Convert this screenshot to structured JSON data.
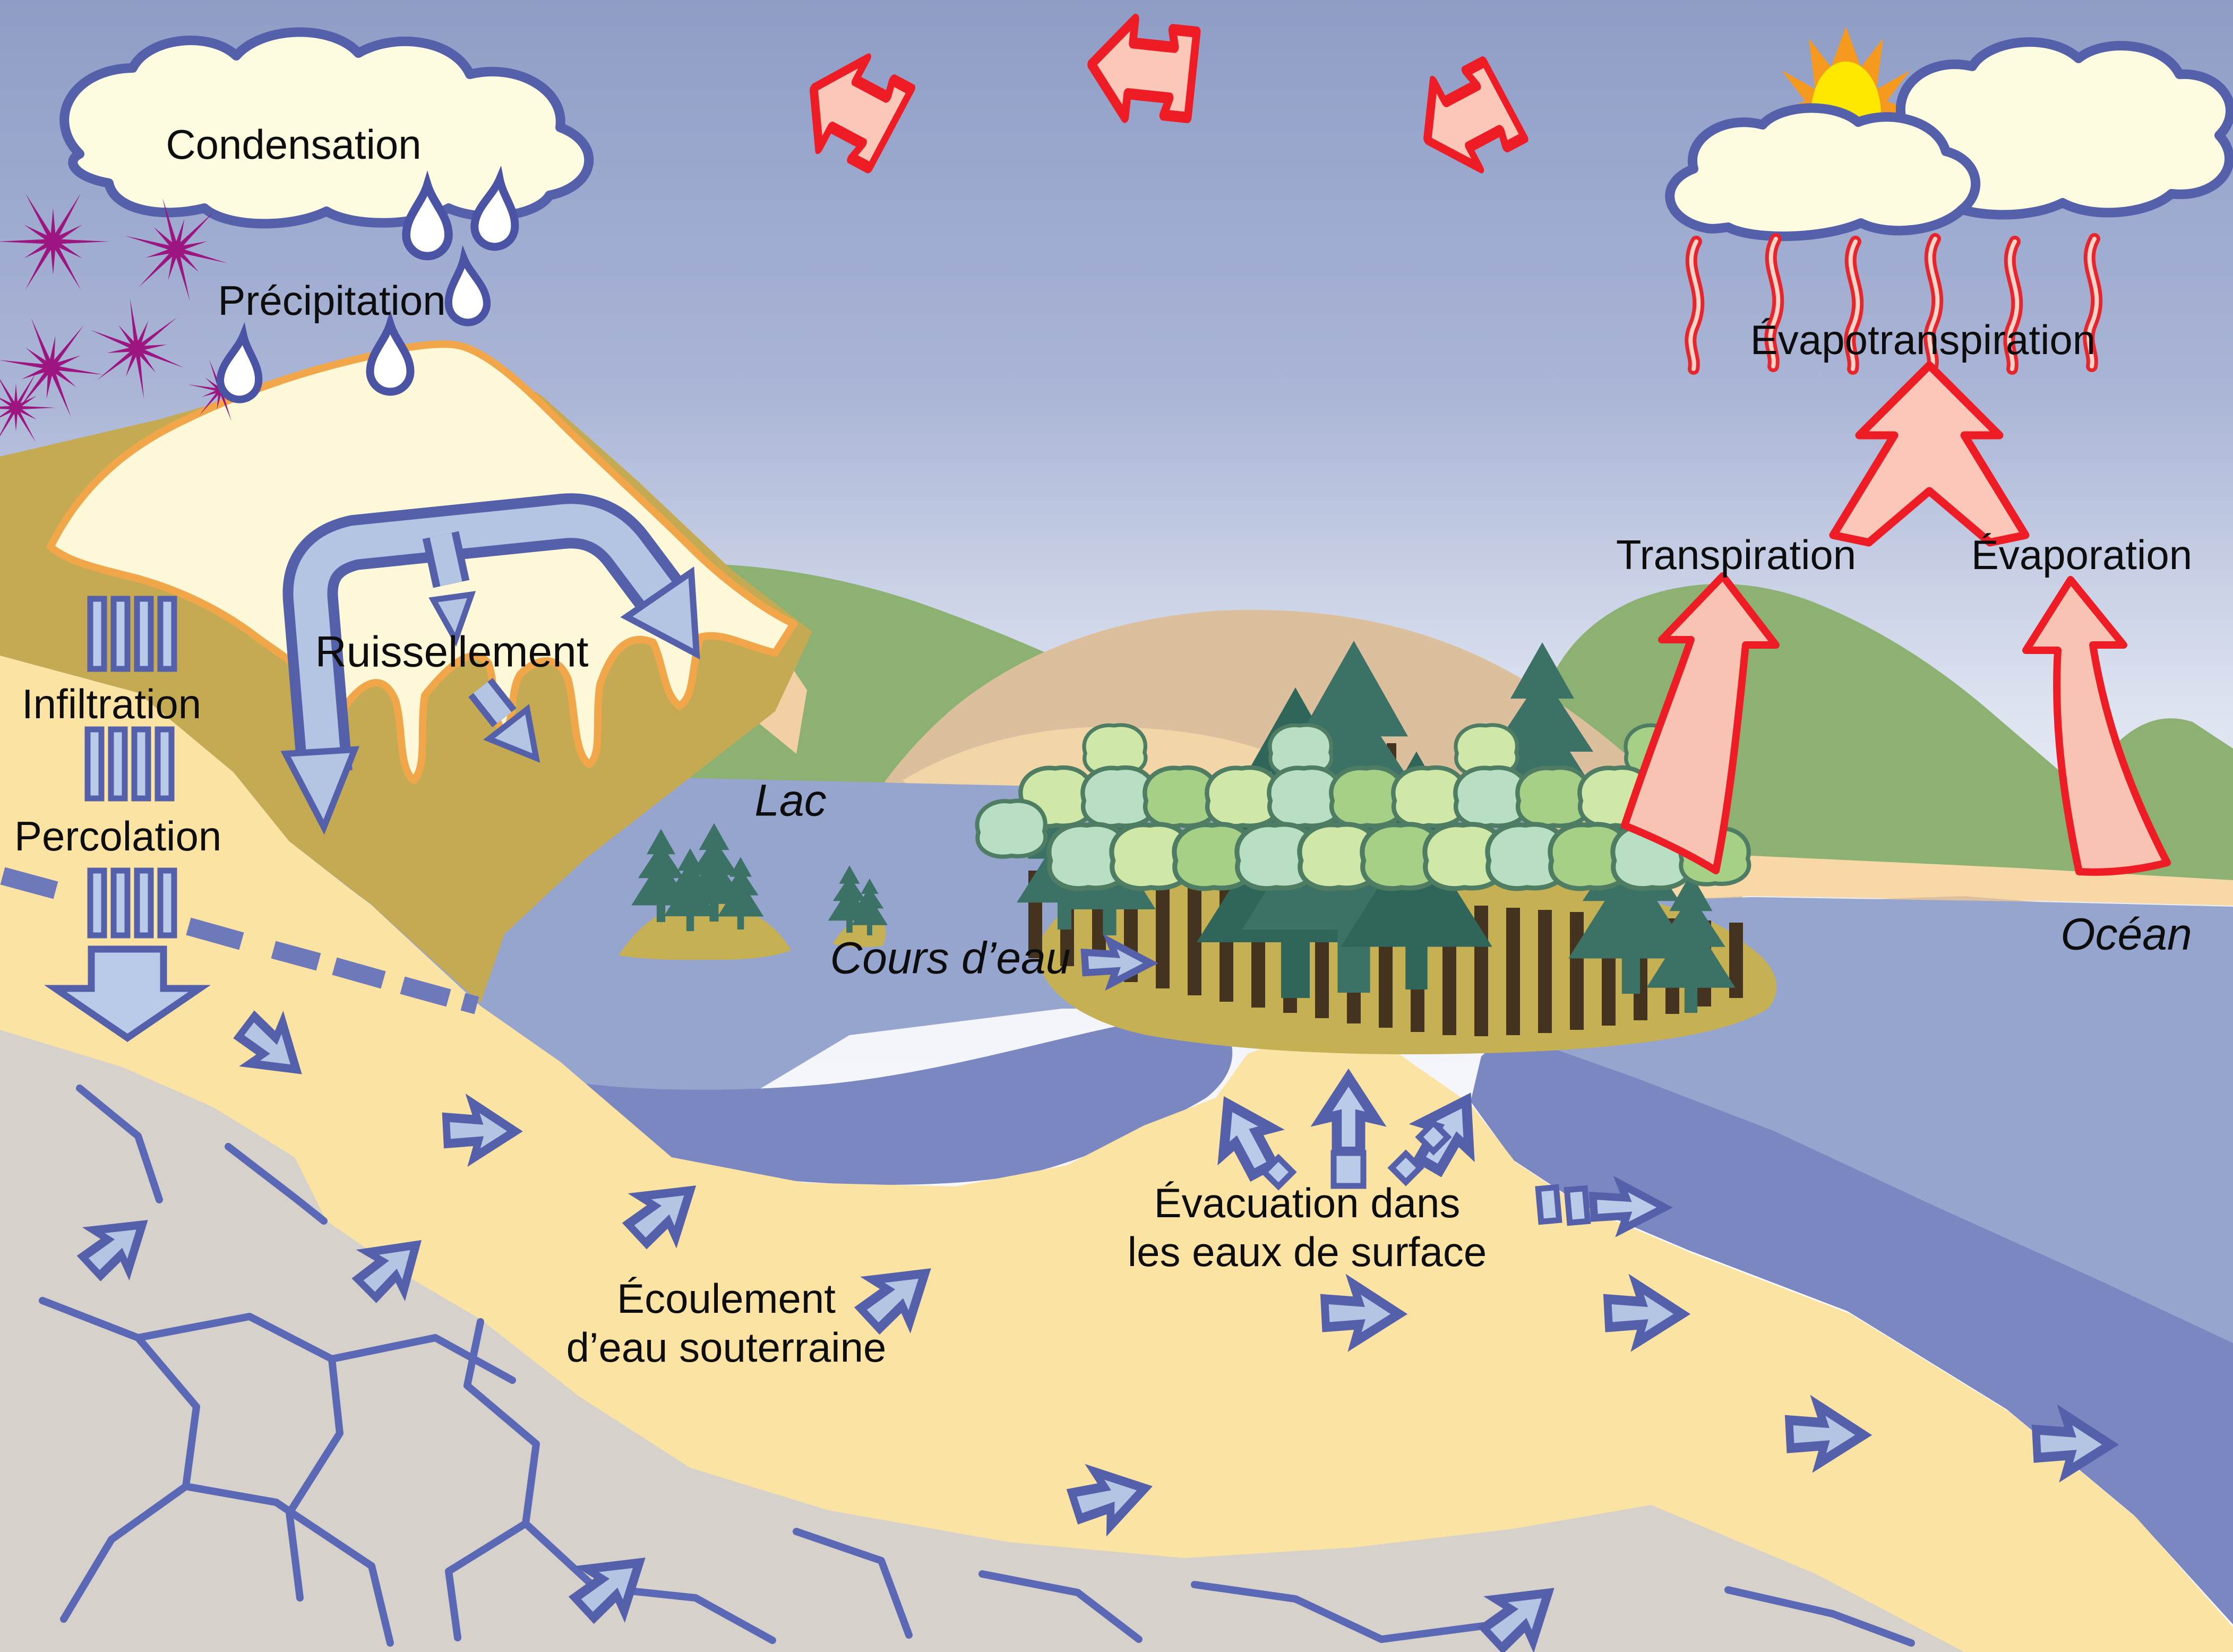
{
  "diagram": {
    "labels": {
      "condensation": "Condensation",
      "precipitation": "Précipitation",
      "evapotranspiration": "Évapotranspiration",
      "transpiration": "Transpiration",
      "evaporation": "Évaporation",
      "ruissellement": "Ruissellement",
      "infiltration": "Infiltration",
      "percolation": "Percolation",
      "lac": "Lac",
      "cours_deau": "Cours d’eau",
      "ocean": "Océan",
      "evacuation_l1": "Évacuation dans",
      "evacuation_l2": "les eaux de surface",
      "ecoulement_l1": "Écoulement",
      "ecoulement_l2": "d’eau souterraine"
    },
    "colors": {
      "sky_top": "#8f9dc6",
      "sky_horizon": "#f2f4fa",
      "water_light": "#96a5ce",
      "water_deep": "#7b87c1",
      "sand": "#fbe3a4",
      "rock": "#d6d2cb",
      "rock_fracture": "#5b68b5",
      "mountain": "#c4aa52",
      "snow": "#fcf8d8",
      "snow_outline": "#f2a64a",
      "hill_green": "#8cb173",
      "hill_tan": "#dcc09d",
      "shore_peach": "#f8d8a6",
      "forest_ground": "#c5b054",
      "tree_light": "#cfe8a8",
      "tree_mint": "#b8dfc4",
      "tree_green": "#a6d086",
      "conifer": "#3c7166",
      "trunk": "#43331f",
      "arrow_blue_fill": "#b3c5e2",
      "arrow_blue_stroke": "#5560ab",
      "arrow_red_stroke": "#ee1c25",
      "arrow_red_fill": "#fbc7b8",
      "snowflake": "#9c1580",
      "cloud_fill": "#fdfbe0",
      "cloud_outline": "#5560ab",
      "sun_disc": "#ffe800",
      "sun_rays": "#f59a1f",
      "raindrop": "#4a53a4",
      "label_text": "#0d0d0d"
    }
  }
}
